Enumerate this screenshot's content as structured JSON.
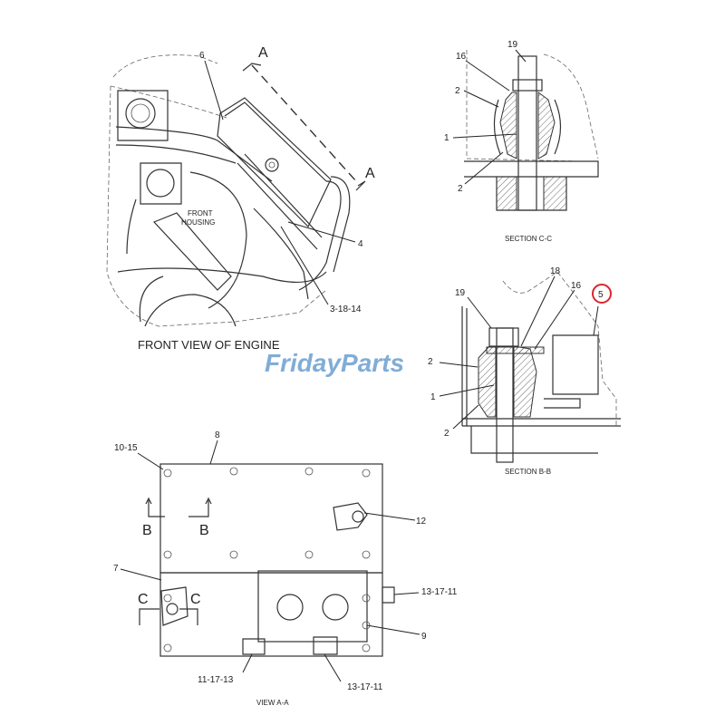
{
  "watermark": {
    "text": "FridayParts",
    "color": "#6b9fd0"
  },
  "front_view": {
    "title": "FRONT VIEW OF ENGINE",
    "housing_line1": "FRONT",
    "housing_line2": "HOUSING",
    "callouts": {
      "c6": "6",
      "a_top": "A",
      "a_right": "A",
      "c4": "4",
      "c3_18_14": "3-18-14"
    }
  },
  "section_cc": {
    "title": "SECTION C-C",
    "callouts": {
      "c19": "19",
      "c16": "16",
      "c2a": "2",
      "c1": "1",
      "c2b": "2"
    }
  },
  "section_bb": {
    "title": "SECTION B-B",
    "callouts": {
      "c18": "18",
      "c16": "16",
      "c19": "19",
      "c5": "5",
      "c2a": "2",
      "c1": "1",
      "c2b": "2"
    },
    "highlight_color": "#d9262c"
  },
  "view_aa": {
    "title": "VIEW A-A",
    "callouts": {
      "c10_15": "10-15",
      "c8": "8",
      "b_left": "B",
      "b_right": "B",
      "c12": "12",
      "c7": "7",
      "c_left": "C",
      "c_right": "C",
      "c13_17_11a": "13-17-11",
      "c9": "9",
      "c11_17_13": "11-17-13",
      "c13_17_11b": "13-17-11"
    }
  }
}
